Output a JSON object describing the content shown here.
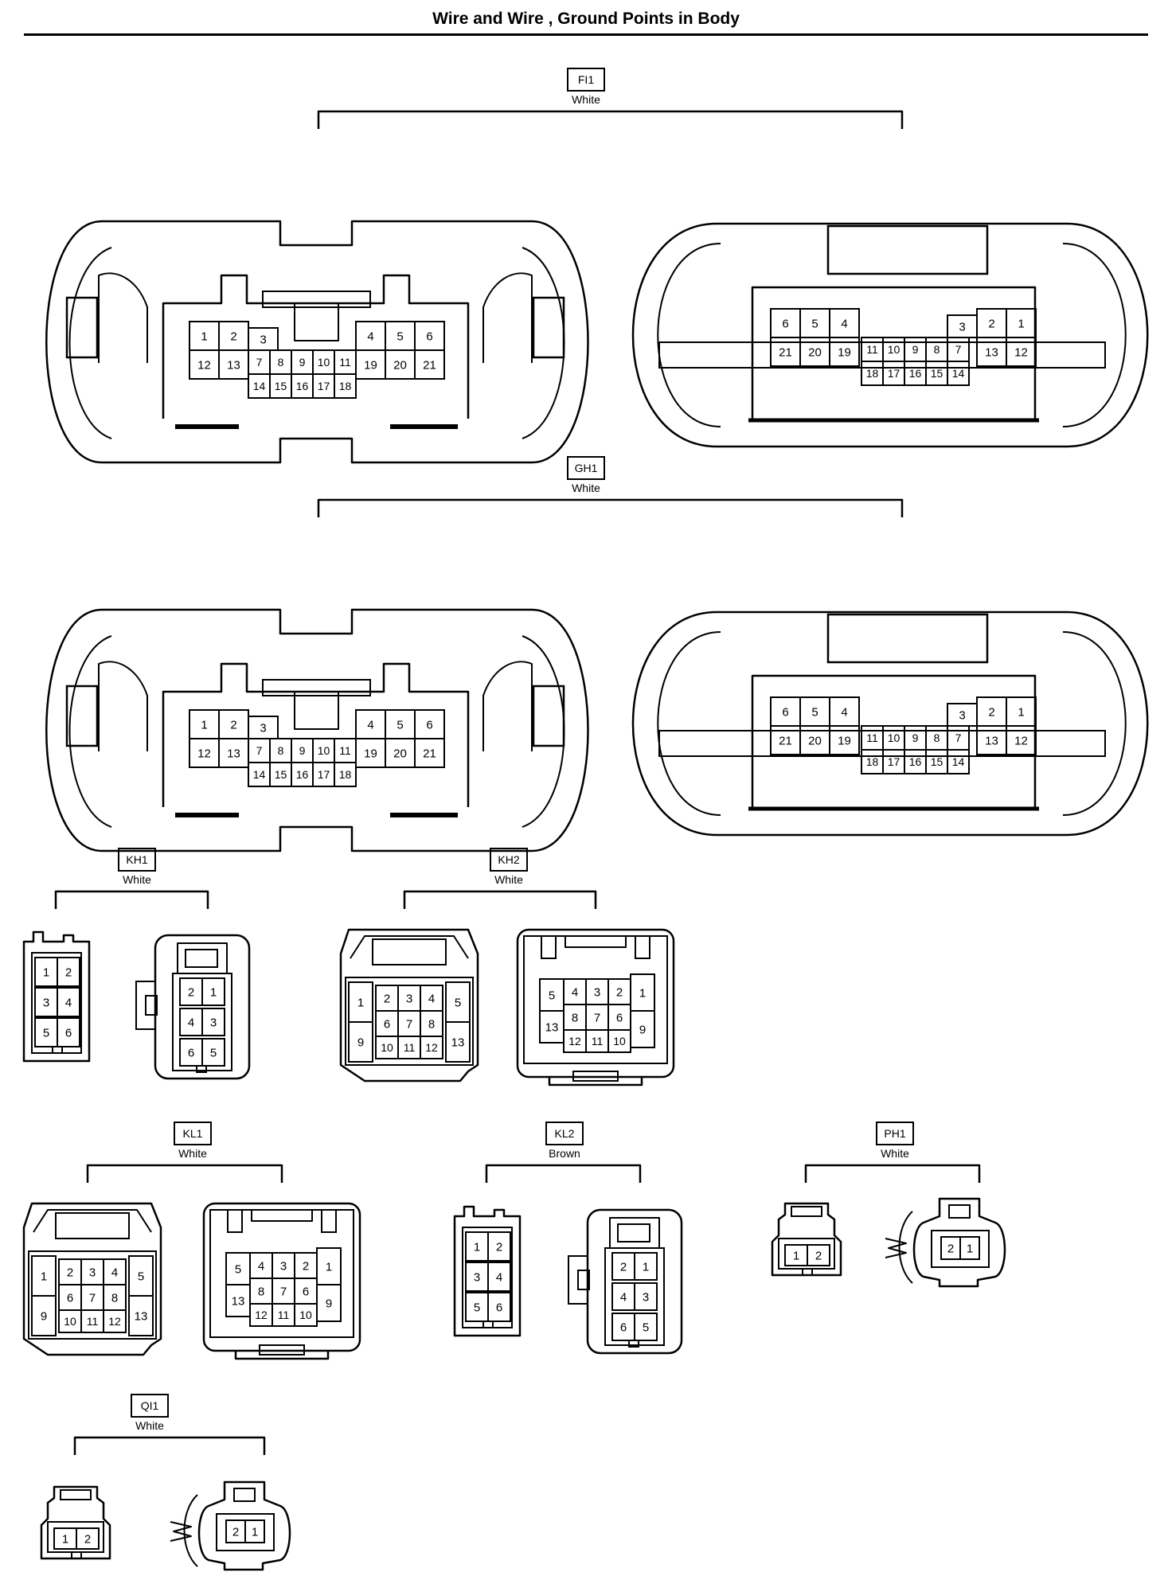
{
  "title": "Wire and Wire , Ground Points in Body",
  "connectors": [
    {
      "id": "FI1",
      "label": "FI1",
      "color": "White",
      "type": "large",
      "male_pins": {
        "top_left": [
          "1",
          "2",
          "3"
        ],
        "row2_left": [
          "12",
          "13"
        ],
        "row2_mid": [
          "7",
          "8",
          "9",
          "10",
          "11"
        ],
        "row2_right": [
          "19",
          "20",
          "21"
        ],
        "top_right": [
          "4",
          "5",
          "6"
        ],
        "row3_mid": [
          "14",
          "15",
          "16",
          "17",
          "18"
        ]
      },
      "female_pins": {
        "top_left": [
          "6",
          "5",
          "4"
        ],
        "top_right": [
          "3",
          "2",
          "1"
        ],
        "row2_left": [
          "21",
          "20",
          "19"
        ],
        "row2_mid": [
          "11",
          "10",
          "9",
          "8",
          "7"
        ],
        "row2_right": [
          "13",
          "12"
        ],
        "row3_mid": [
          "18",
          "17",
          "16",
          "15",
          "14"
        ]
      }
    },
    {
      "id": "GH1",
      "label": "GH1",
      "color": "White",
      "type": "large",
      "male_pins": {
        "top_left": [
          "1",
          "2",
          "3"
        ],
        "row2_left": [
          "12",
          "13"
        ],
        "row2_mid": [
          "7",
          "8",
          "9",
          "10",
          "11"
        ],
        "row2_right": [
          "19",
          "20",
          "21"
        ],
        "top_right": [
          "4",
          "5",
          "6"
        ],
        "row3_mid": [
          "14",
          "15",
          "16",
          "17",
          "18"
        ]
      },
      "female_pins": {
        "top_left": [
          "6",
          "5",
          "4"
        ],
        "top_right": [
          "3",
          "2",
          "1"
        ],
        "row2_left": [
          "21",
          "20",
          "19"
        ],
        "row2_mid": [
          "11",
          "10",
          "9",
          "8",
          "7"
        ],
        "row2_right": [
          "13",
          "12"
        ],
        "row3_mid": [
          "18",
          "17",
          "16",
          "15",
          "14"
        ]
      }
    },
    {
      "id": "KH1",
      "label": "KH1",
      "color": "White",
      "type": "six",
      "male_pins": [
        [
          "1",
          "2"
        ],
        [
          "3",
          "4"
        ],
        [
          "5",
          "6"
        ]
      ],
      "female_pins": [
        [
          "2",
          "1"
        ],
        [
          "4",
          "3"
        ],
        [
          "6",
          "5"
        ]
      ]
    },
    {
      "id": "KH2",
      "label": "KH2",
      "color": "White",
      "type": "thirteen",
      "male_pins": {
        "row1": [
          "1",
          "2",
          "3",
          "4",
          "5"
        ],
        "row2": [
          "9",
          "6",
          "7",
          "8",
          "13"
        ],
        "row3": [
          "10",
          "11",
          "12"
        ]
      },
      "female_pins": {
        "row1": [
          "5",
          "4",
          "3",
          "2",
          "1"
        ],
        "row2": [
          "13",
          "8",
          "7",
          "6",
          "9"
        ],
        "row3": [
          "12",
          "11",
          "10"
        ]
      }
    },
    {
      "id": "KL1",
      "label": "KL1",
      "color": "White",
      "type": "thirteen",
      "male_pins": {
        "row1": [
          "1",
          "2",
          "3",
          "4",
          "5"
        ],
        "row2": [
          "9",
          "6",
          "7",
          "8",
          "13"
        ],
        "row3": [
          "10",
          "11",
          "12"
        ]
      },
      "female_pins": {
        "row1": [
          "5",
          "4",
          "3",
          "2",
          "1"
        ],
        "row2": [
          "13",
          "8",
          "7",
          "6",
          "9"
        ],
        "row3": [
          "12",
          "11",
          "10"
        ]
      }
    },
    {
      "id": "KL2",
      "label": "KL2",
      "color": "Brown",
      "type": "six",
      "male_pins": [
        [
          "1",
          "2"
        ],
        [
          "3",
          "4"
        ],
        [
          "5",
          "6"
        ]
      ],
      "female_pins": [
        [
          "2",
          "1"
        ],
        [
          "4",
          "3"
        ],
        [
          "6",
          "5"
        ]
      ]
    },
    {
      "id": "PH1",
      "label": "PH1",
      "color": "White",
      "type": "two",
      "male_pins": [
        "1",
        "2"
      ],
      "female_pins": [
        "2",
        "1"
      ]
    },
    {
      "id": "QI1",
      "label": "QI1",
      "color": "White",
      "type": "two",
      "male_pins": [
        "1",
        "2"
      ],
      "female_pins": [
        "2",
        "1"
      ]
    }
  ]
}
